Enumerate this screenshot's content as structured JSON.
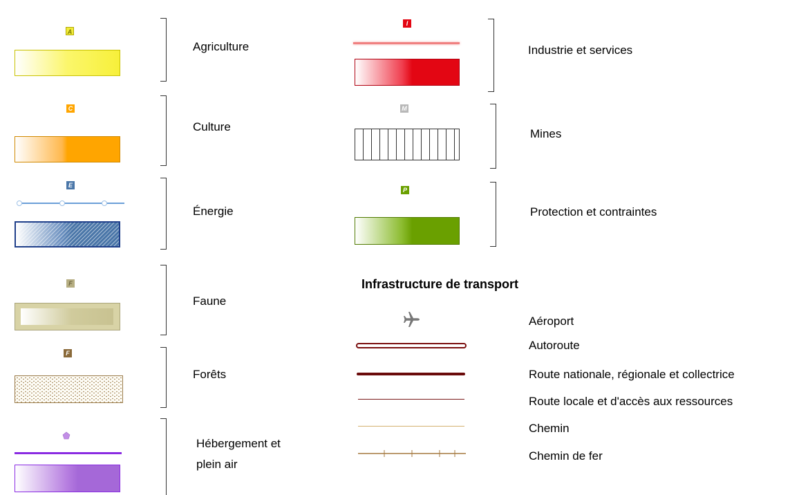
{
  "left_column": [
    {
      "badge": "A",
      "label": "Agriculture"
    },
    {
      "badge": "C",
      "label": "Culture"
    },
    {
      "badge": "E",
      "label": "Énergie"
    },
    {
      "badge": "F",
      "label": "Faune"
    },
    {
      "badge": "F",
      "label": "Forêts"
    },
    {
      "badge": "",
      "label_line1": "Hébergement et",
      "label_line2": "plein air"
    }
  ],
  "right_column": [
    {
      "badge": "I",
      "label": "Industrie et services"
    },
    {
      "badge": "M",
      "label": "Mines"
    },
    {
      "badge": "P",
      "label": "Protection et contraintes"
    }
  ],
  "transport": {
    "title": "Infrastructure de transport",
    "items": [
      {
        "label": "Aéroport"
      },
      {
        "label": "Autoroute"
      },
      {
        "label": "Route nationale, régionale et collectrice"
      },
      {
        "label": "Route locale et d'accès aux ressources"
      },
      {
        "label": "Chemin"
      },
      {
        "label": "Chemin de fer"
      }
    ]
  },
  "colors": {
    "agriculture": "#f7f03a",
    "culture": "#ffa500",
    "energie": "#4a76a8",
    "faune": "#cfc99a",
    "forets": "#8a6a3a",
    "hebergement": "#9b59d6",
    "industrie": "#e30613",
    "mines": "#333333",
    "protection": "#6aa000",
    "autoroute": "#7a0e0e",
    "chemin": "#d4b070",
    "chemin_de_fer": "#a57a40"
  },
  "icons": {
    "airport": "airplane-icon",
    "hebergement": "pentagon-icon"
  }
}
